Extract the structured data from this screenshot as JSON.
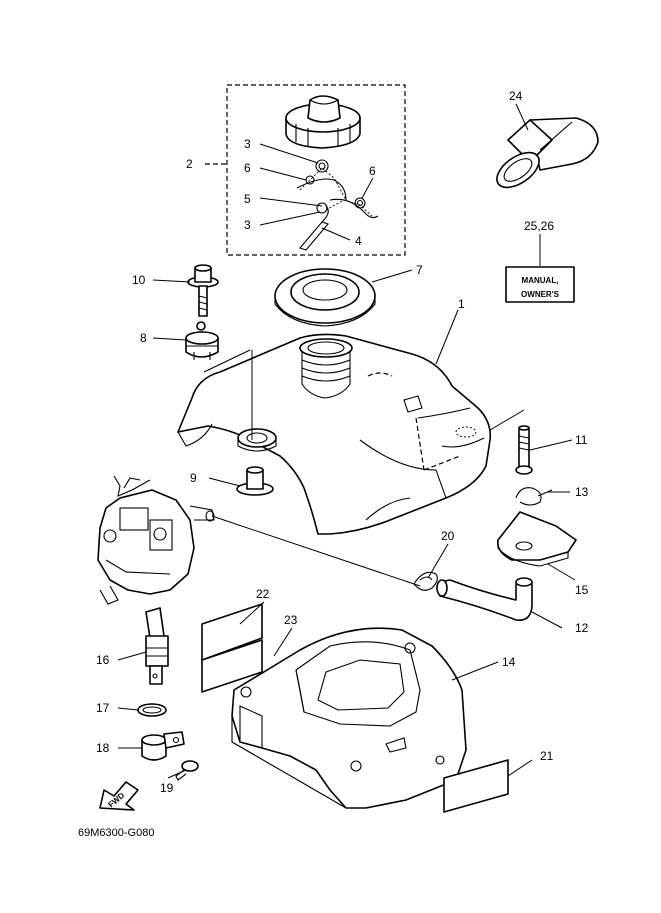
{
  "diagram": {
    "drawing_code": "69M6300-G080",
    "manual_label": {
      "line1": "MANUAL,",
      "line2": "OWNER'S"
    },
    "fwd_label": "FWD",
    "callouts": {
      "c1": "1",
      "c2": "2",
      "c3a": "3",
      "c3b": "3",
      "c4": "4",
      "c5": "5",
      "c6a": "6",
      "c6b": "6",
      "c7": "7",
      "c8": "8",
      "c9": "9",
      "c10": "10",
      "c11": "11",
      "c12": "12",
      "c13": "13",
      "c14": "14",
      "c15": "15",
      "c16": "16",
      "c17": "17",
      "c18": "18",
      "c19": "19",
      "c20": "20",
      "c21": "21",
      "c22": "22",
      "c23": "23",
      "c24": "24",
      "c2526": "25,26"
    }
  }
}
